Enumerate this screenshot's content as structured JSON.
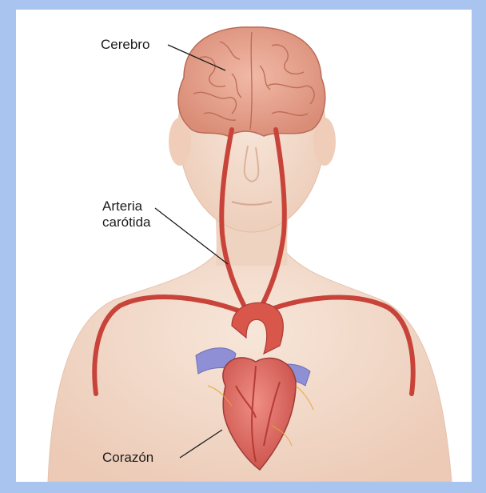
{
  "labels": {
    "brain": "Cerebro",
    "carotid_line1": "Arteria",
    "carotid_line2": "carótida",
    "heart": "Corazón"
  },
  "colors": {
    "background_border": "#a9c4ef",
    "skin": "#f3dccd",
    "brain": "#e8a48f",
    "artery": "#c8443a",
    "vein": "#8f8fd6"
  }
}
